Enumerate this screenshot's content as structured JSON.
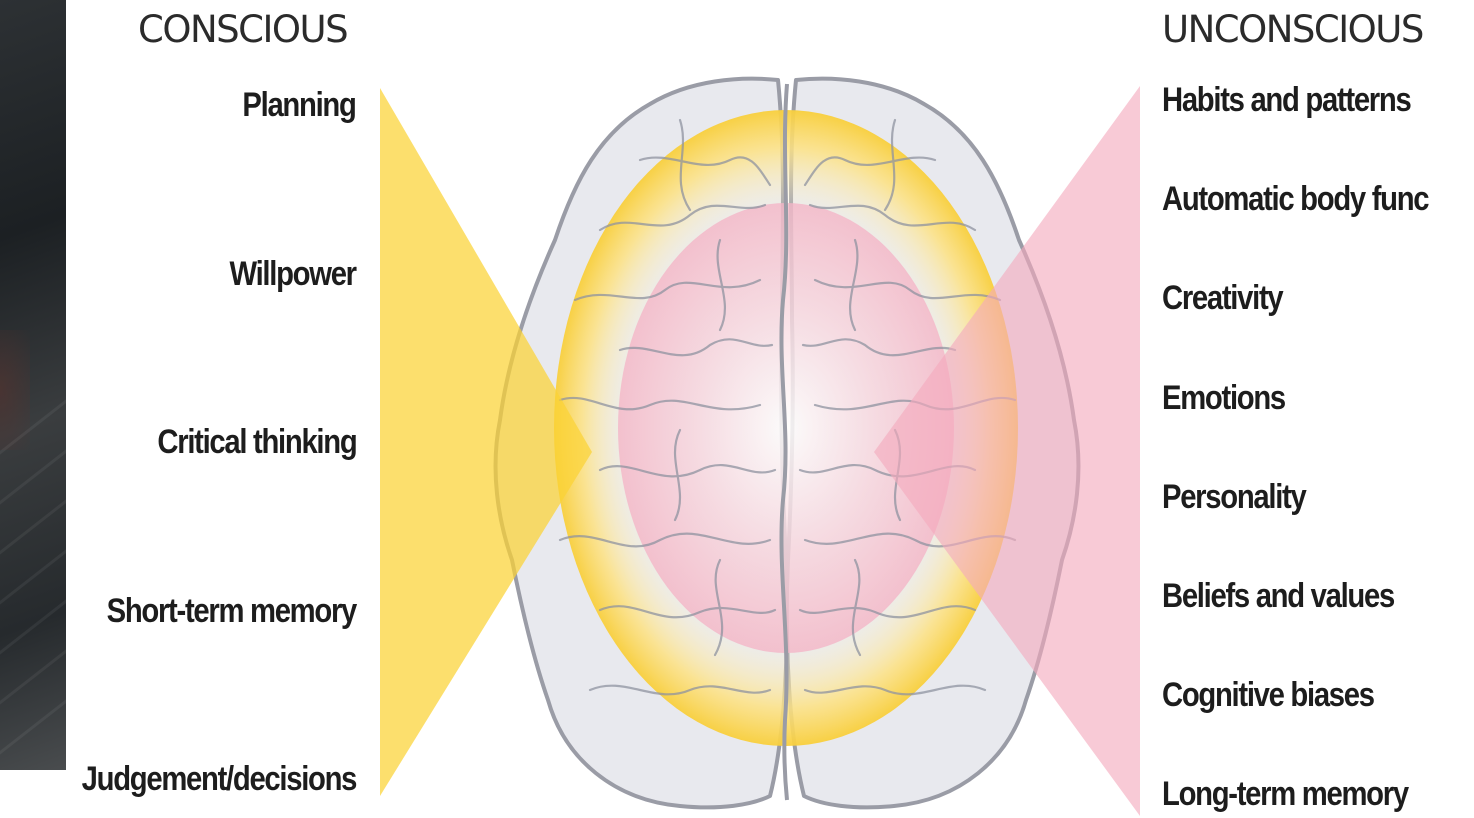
{
  "conscious": {
    "heading": "CONSCIOUS",
    "items": [
      "Planning",
      "Willpower",
      "Critical thinking",
      "Short-term memory",
      "Judgement/decisions"
    ]
  },
  "unconscious": {
    "heading": "UNCONSCIOUS",
    "items": [
      "Habits and patterns",
      "Automatic body func",
      "Creativity",
      "Emotions",
      "Personality",
      "Beliefs and values",
      "Cognitive biases",
      "Long-term memory"
    ]
  },
  "colors": {
    "conscious_accent": "#fbd335",
    "unconscious_accent": "#f3a9bd",
    "brain_fill": "#e7e8ee",
    "brain_outline": "#9a9ca6"
  },
  "icons": {
    "background": "dark-photo-strip",
    "center": "brain-top-view-icon"
  }
}
